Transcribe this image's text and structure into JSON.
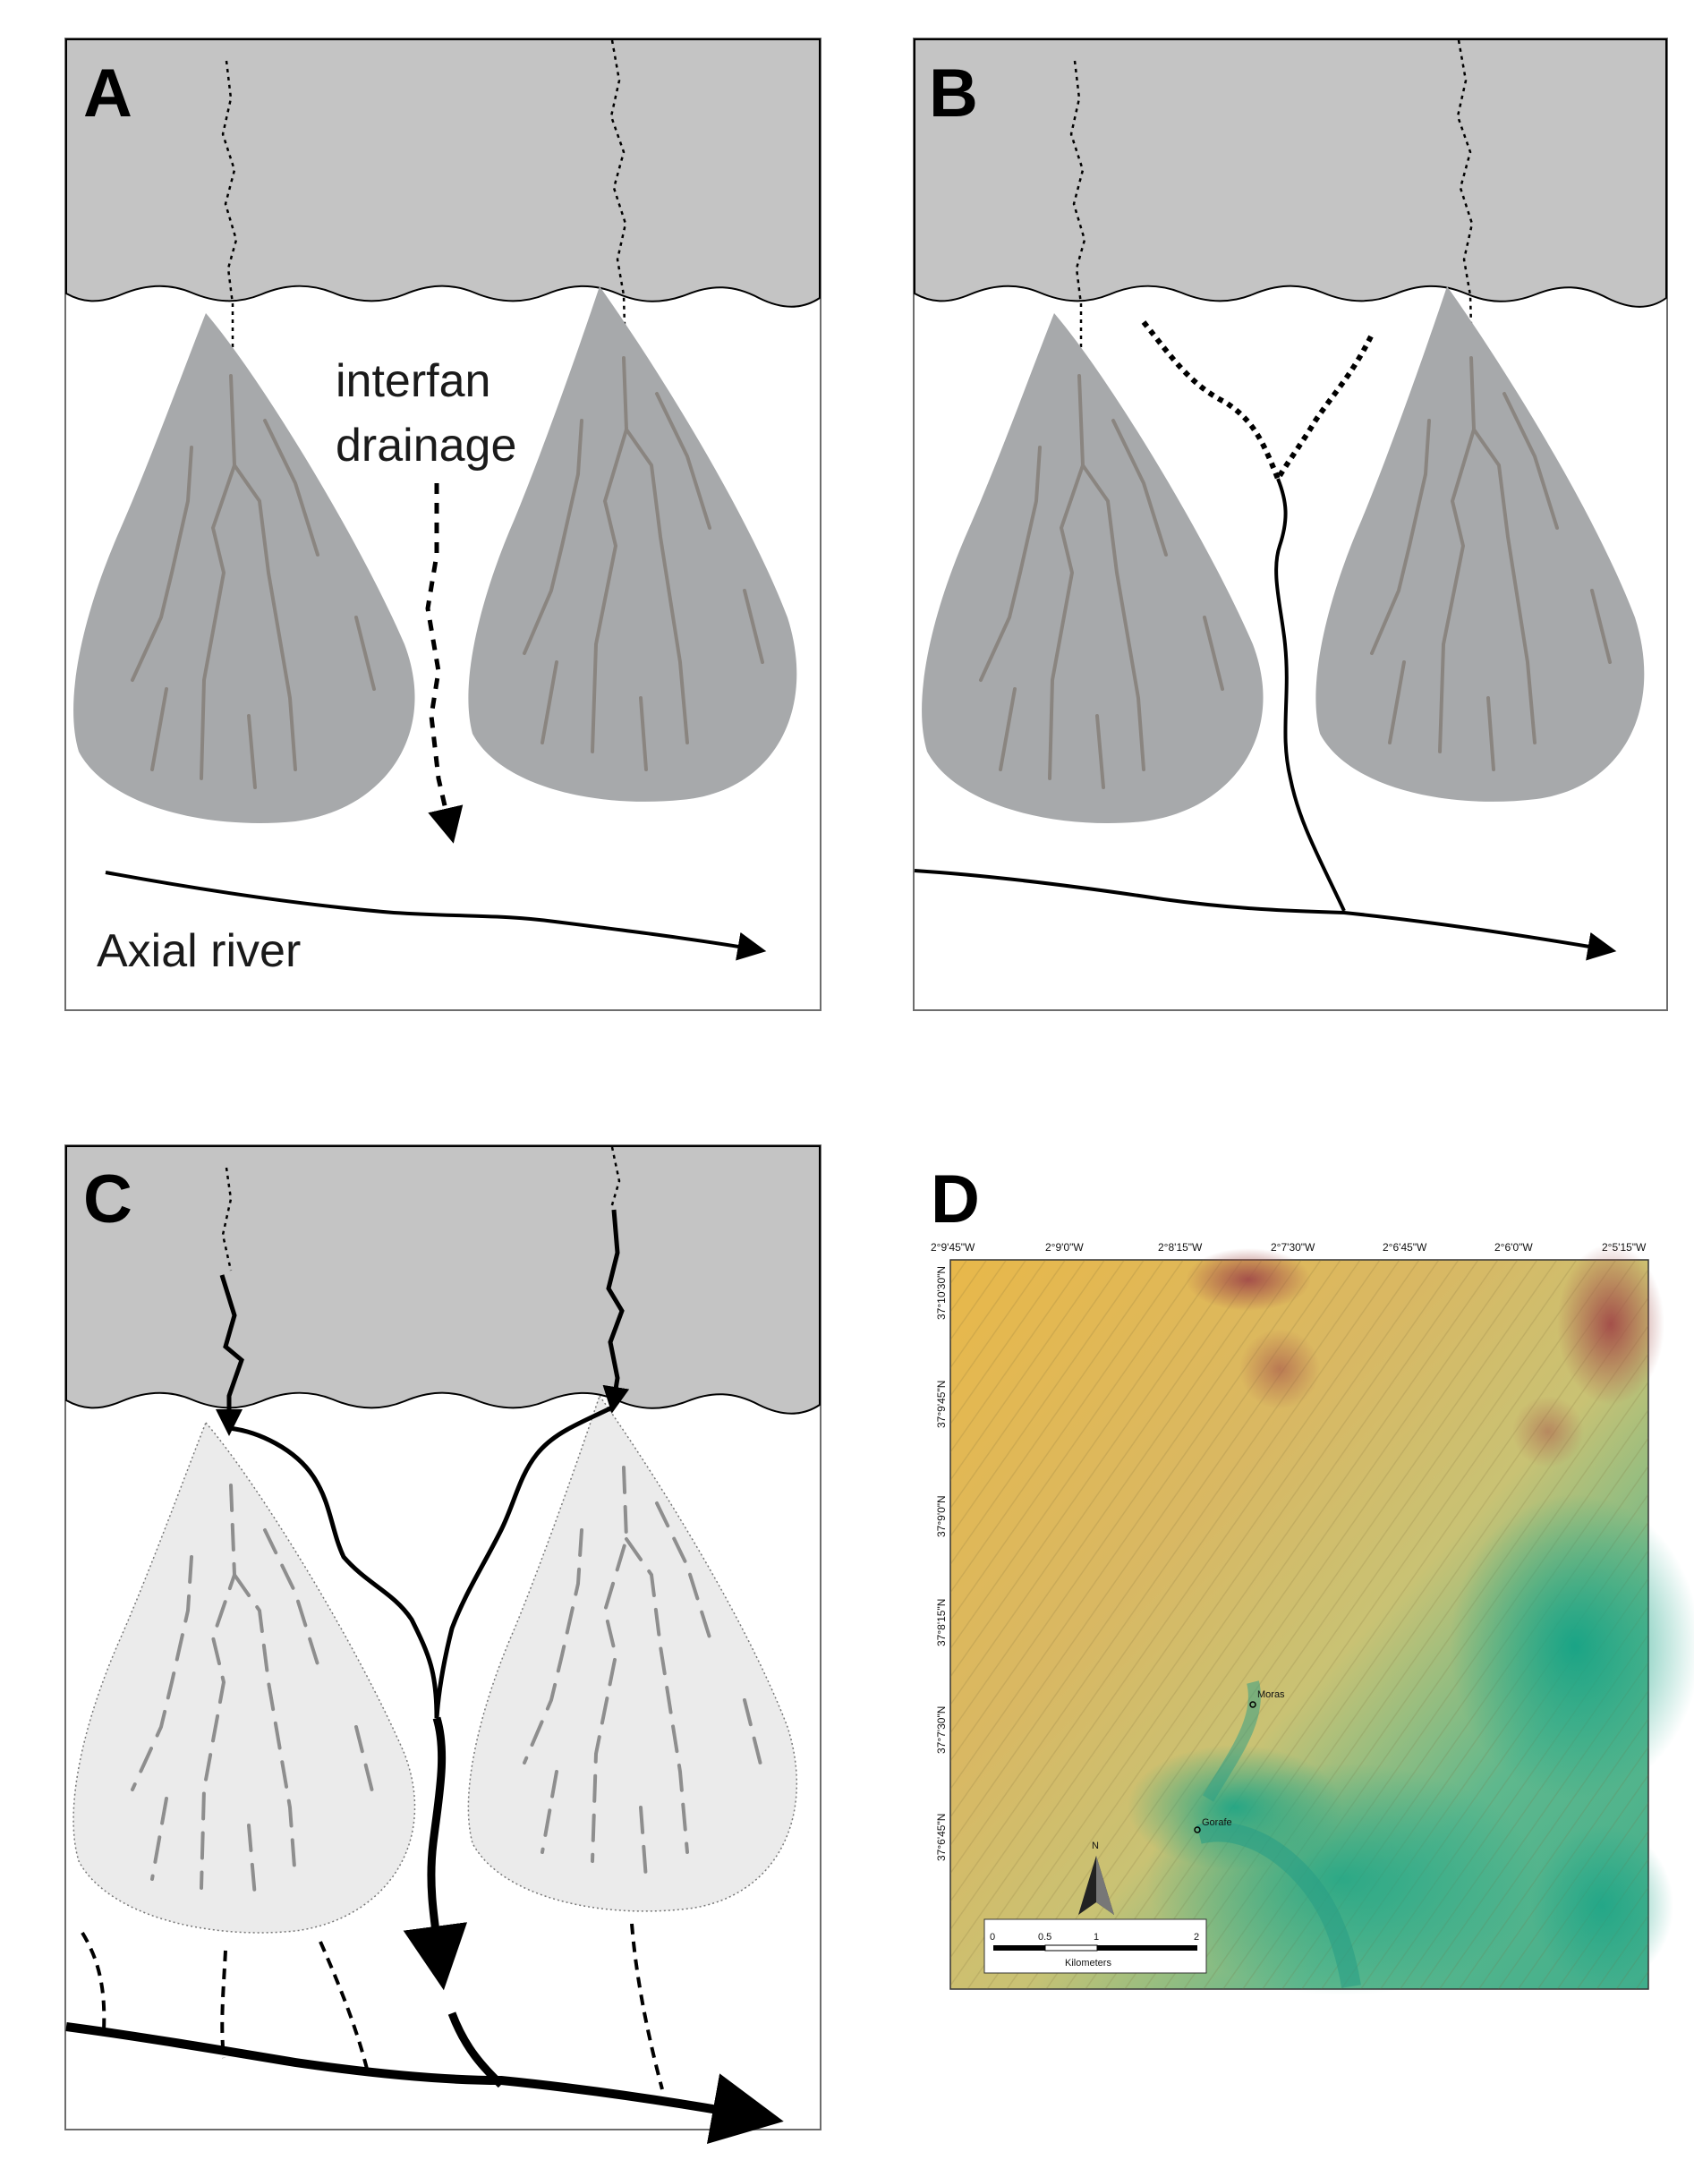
{
  "panels": {
    "a": {
      "letter": "A",
      "interfan_line1": "interfan",
      "interfan_line2": "drainage",
      "axial_river": "Axial river"
    },
    "b": {
      "letter": "B"
    },
    "c": {
      "letter": "C"
    },
    "d": {
      "letter": "D",
      "longitudes": [
        "2°9'45\"W",
        "2°9'0\"W",
        "2°8'15\"W",
        "2°7'30\"W",
        "2°6'45\"W",
        "2°6'0\"W",
        "2°5'15\"W"
      ],
      "latitudes": [
        "37°10'30\"N",
        "37°9'45\"N",
        "37°9'0\"N",
        "37°8'15\"N",
        "37°7'30\"N",
        "37°6'45\"N"
      ],
      "places": [
        "Moras",
        "Gorafe"
      ],
      "north_label": "N",
      "scale_ticks": [
        "0",
        "0.5",
        "1",
        "2"
      ],
      "scale_unit": "Kilometers"
    }
  },
  "colors": {
    "mountain": "#c4c4c4",
    "fan_active": "#a7a9ab",
    "fan_inactive": "#ebebeb",
    "fan_channel": "#8a8580",
    "ink": "#000000"
  }
}
